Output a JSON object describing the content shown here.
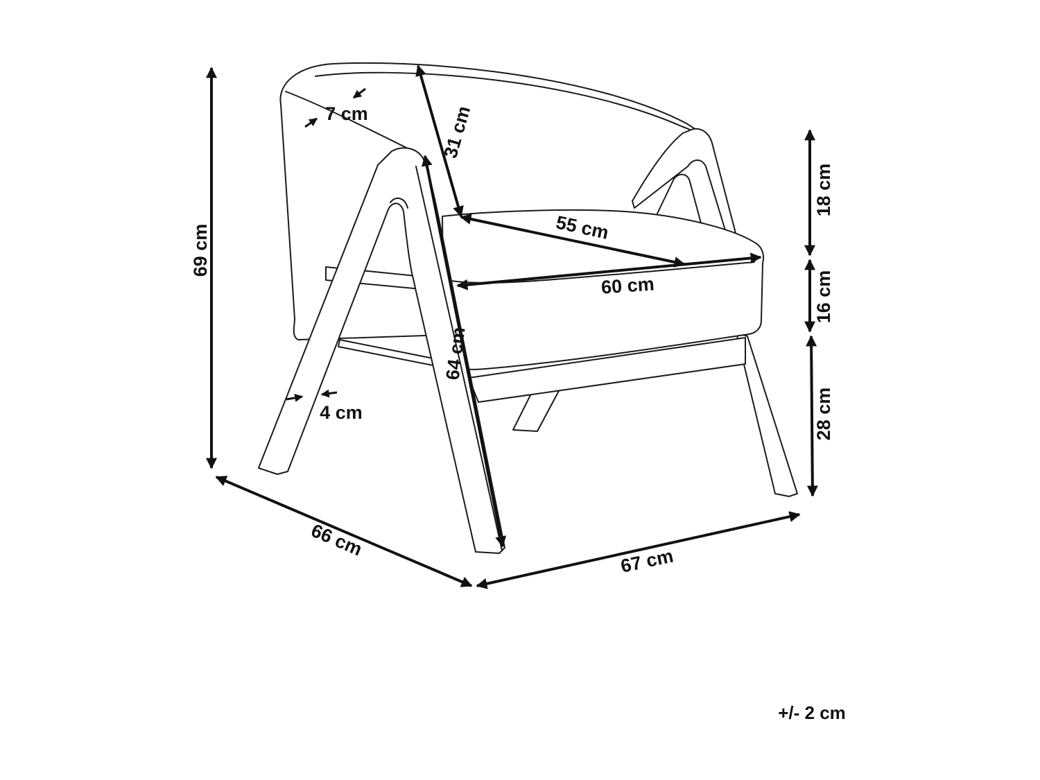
{
  "dimensions": {
    "total_height": "69 cm",
    "depth": "66 cm",
    "width": "67 cm",
    "backrest_height": "31 cm",
    "frame_width_top": "7 cm",
    "seat_depth": "55 cm",
    "seat_width": "60 cm",
    "armrest_length": "64 cm",
    "leg_thickness": "4 cm",
    "arm_above_seat": "18 cm",
    "seat_thickness": "16 cm",
    "seat_height_from_floor": "28 cm"
  },
  "tolerance": "+/- 2 cm",
  "colors": {
    "line": "#1a1a1a",
    "background": "#ffffff"
  }
}
